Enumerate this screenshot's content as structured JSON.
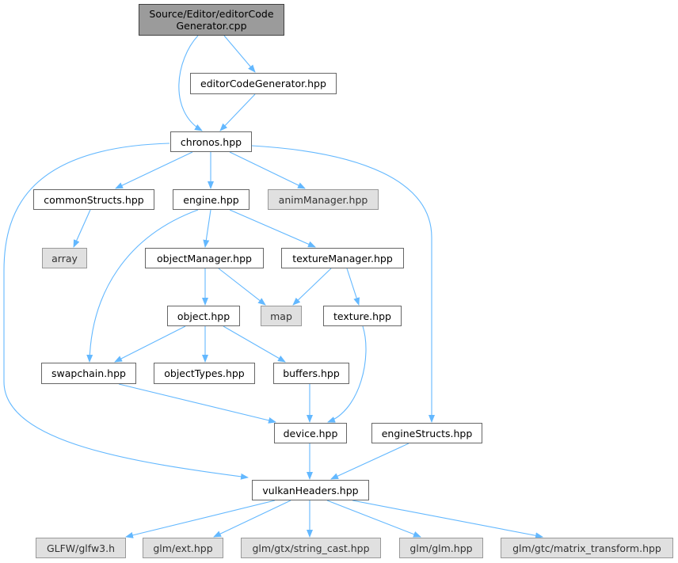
{
  "colors": {
    "edge": "#63b8ff",
    "root_fill": "#9b9b9b",
    "external_fill": "#e0e0e0",
    "node_border": "#666666"
  },
  "nodes": {
    "root": {
      "line1": "Source/Editor/editorCode",
      "line2": "Generator.cpp"
    },
    "editor_code_generator_hpp": "editorCodeGenerator.hpp",
    "chronos_hpp": "chronos.hpp",
    "common_structs_hpp": "commonStructs.hpp",
    "engine_hpp": "engine.hpp",
    "anim_manager_hpp": "animManager.hpp",
    "array": "array",
    "object_manager_hpp": "objectManager.hpp",
    "texture_manager_hpp": "textureManager.hpp",
    "object_hpp": "object.hpp",
    "map": "map",
    "texture_hpp": "texture.hpp",
    "swapchain_hpp": "swapchain.hpp",
    "object_types_hpp": "objectTypes.hpp",
    "buffers_hpp": "buffers.hpp",
    "device_hpp": "device.hpp",
    "engine_structs_hpp": "engineStructs.hpp",
    "vulkan_headers_hpp": "vulkanHeaders.hpp",
    "glfw3_h": "GLFW/glfw3.h",
    "glm_ext_hpp": "glm/ext.hpp",
    "glm_gtx_string_cast_hpp": "glm/gtx/string_cast.hpp",
    "glm_glm_hpp": "glm/glm.hpp",
    "glm_gtc_matrix_transform_hpp": "glm/gtc/matrix_transform.hpp"
  }
}
